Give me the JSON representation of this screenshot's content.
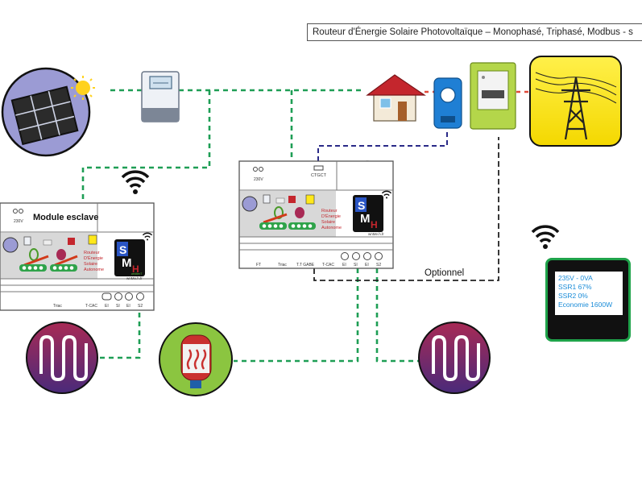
{
  "title": "Routeur d'Énergie Solaire Photovoltaïque – Monophasé, Triphasé, Modbus - s",
  "slave_module": {
    "label": "Module esclave",
    "voltage": "230V",
    "brand_lines": [
      "Routeur",
      "D'Énergie",
      "Solaire",
      "Autonome"
    ],
    "logo_letters": [
      "S",
      "M",
      "H"
    ],
    "logo_sub": "wnMenT",
    "site": "wnMe.h.fr",
    "bottom_labels": [
      "Triac",
      "T-CAC",
      "EI",
      "SI",
      "EI",
      "S2"
    ]
  },
  "main_module": {
    "voltage": "230V",
    "ct_label": "CTGCT",
    "brand_lines": [
      "Routeur",
      "D'Énergie",
      "Solaire",
      "Autonome"
    ],
    "logo_letters": [
      "S",
      "M",
      "H"
    ],
    "site": "wnMe.h.fr",
    "bottom_labels": [
      "FT",
      "Triac",
      "T.T GABE",
      "T-CAC",
      "EI",
      "SI",
      "EI",
      "S2"
    ]
  },
  "optional_label": "Optionnel",
  "display_lines": [
    "235V - 0VA",
    "SSR1 67%",
    "SSR2 0%",
    "Economie 1600W"
  ],
  "icons": [
    "solar-panel-icon",
    "sun-icon",
    "inverter-icon",
    "house-icon",
    "current-clamp-icon",
    "electricity-meter-icon",
    "power-pylon-icon",
    "wifi-icon",
    "heater-icon",
    "water-heater-icon"
  ],
  "colors": {
    "data_link": "#1e9e55",
    "ct_link": "#2a2a88",
    "optional_link": "#222222",
    "solar_bg": "#9b9bd4",
    "heater_bg": "#8e2255",
    "water_heater_bg": "#8bc540",
    "pylon_bg": "#ffe81a",
    "display_border": "#1fa34a",
    "display_text": "#1a8cd8"
  }
}
